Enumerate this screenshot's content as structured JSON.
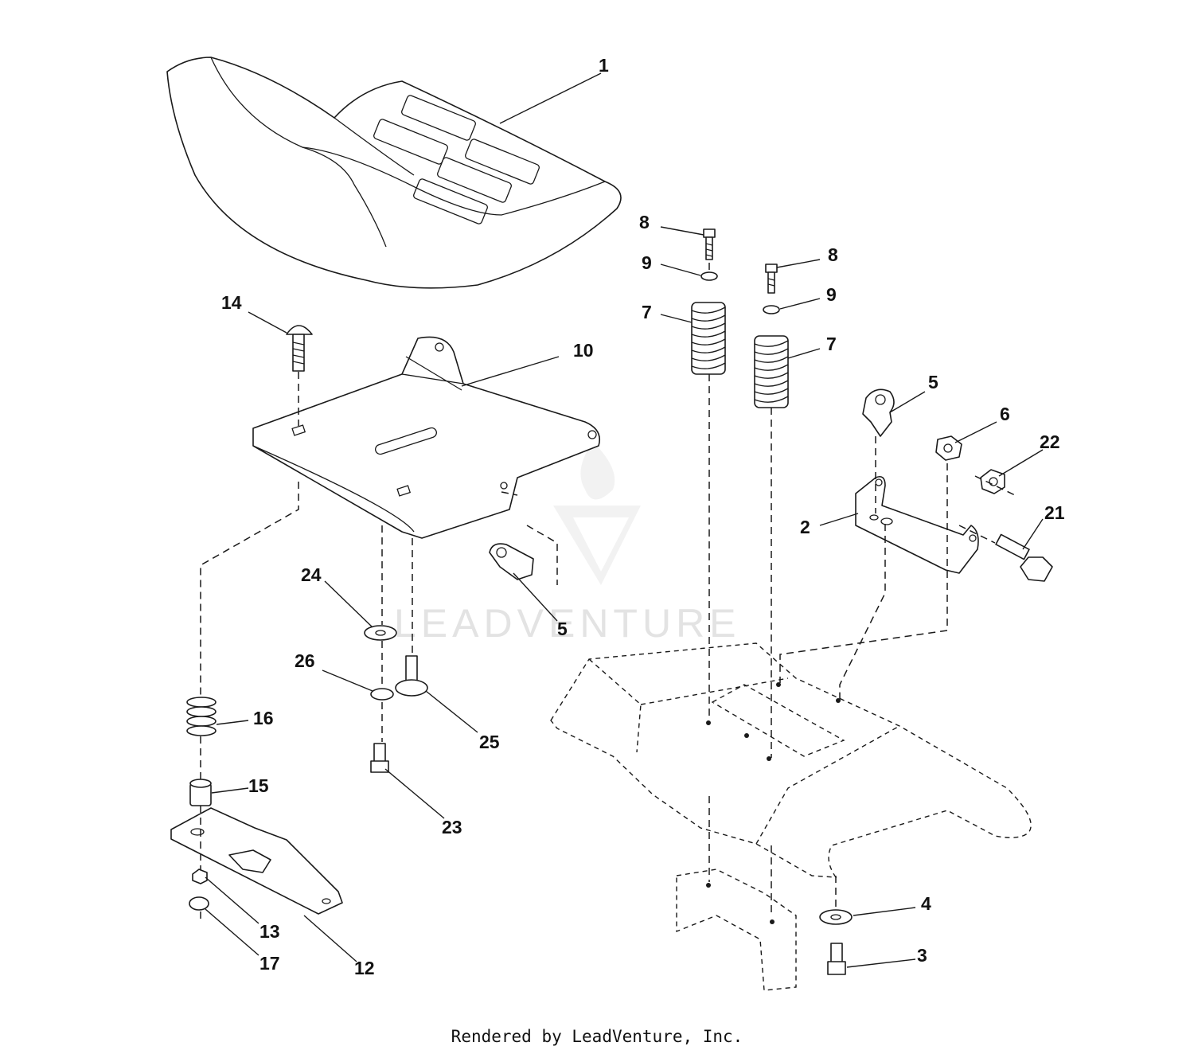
{
  "callouts": {
    "c1": "1",
    "c2": "2",
    "c3": "3",
    "c4": "4",
    "c5a": "5",
    "c5b": "5",
    "c6": "6",
    "c7a": "7",
    "c7b": "7",
    "c8a": "8",
    "c8b": "8",
    "c9a": "9",
    "c9b": "9",
    "c10": "10",
    "c12": "12",
    "c13": "13",
    "c14": "14",
    "c15": "15",
    "c16": "16",
    "c17": "17",
    "c21": "21",
    "c22": "22",
    "c23": "23",
    "c24": "24",
    "c25": "25",
    "c26": "26"
  },
  "watermark": {
    "text": "LEADVENTURE",
    "icon": "leadventure-logo-icon"
  },
  "footer": {
    "text": "Rendered by LeadVenture, Inc."
  }
}
